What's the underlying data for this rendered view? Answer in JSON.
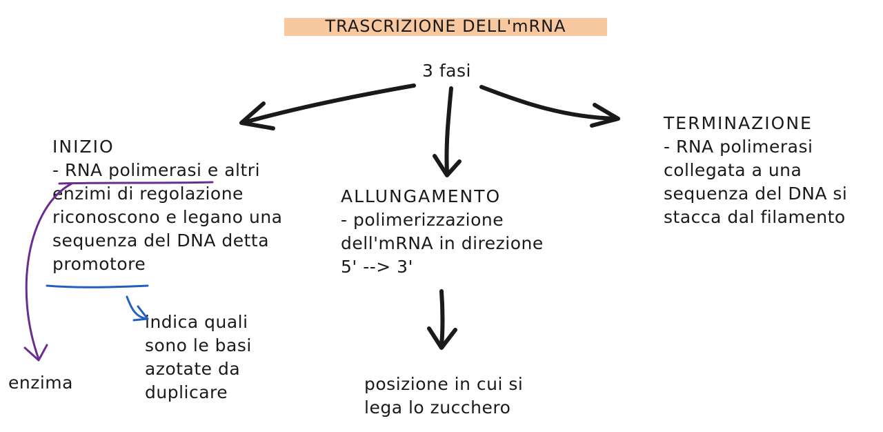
{
  "colors": {
    "ink": "#1a1a1a",
    "highlight": "#f8c9a0",
    "purple": "#6a2c91",
    "blue": "#1f5fbf"
  },
  "title": "TRASCRIZIONE DELL'mRNA",
  "root": "3 fasi",
  "phases": {
    "inizio": {
      "heading": "INIZIO",
      "lines": [
        "- RNA polimerasi e altri",
        "enzimi di regolazione",
        "riconoscono e legano una",
        "sequenza del DNA detta",
        "promotore"
      ]
    },
    "allungamento": {
      "heading": "ALLUNGAMENTO",
      "lines": [
        "- polimerizzazione",
        "dell'mRNA in direzione",
        "5' --> 3'"
      ]
    },
    "terminazione": {
      "heading": "TERMINAZIONE",
      "lines": [
        "- RNA polimerasi",
        "collegata a una",
        "sequenza del DNA si",
        "stacca dal filamento"
      ]
    }
  },
  "annotations": {
    "enzima": "enzima",
    "promotore_note": [
      "indica quali",
      "sono le basi",
      "azotate da",
      "duplicare"
    ],
    "allungamento_note": [
      "posizione in cui si",
      "lega lo zucchero"
    ]
  }
}
